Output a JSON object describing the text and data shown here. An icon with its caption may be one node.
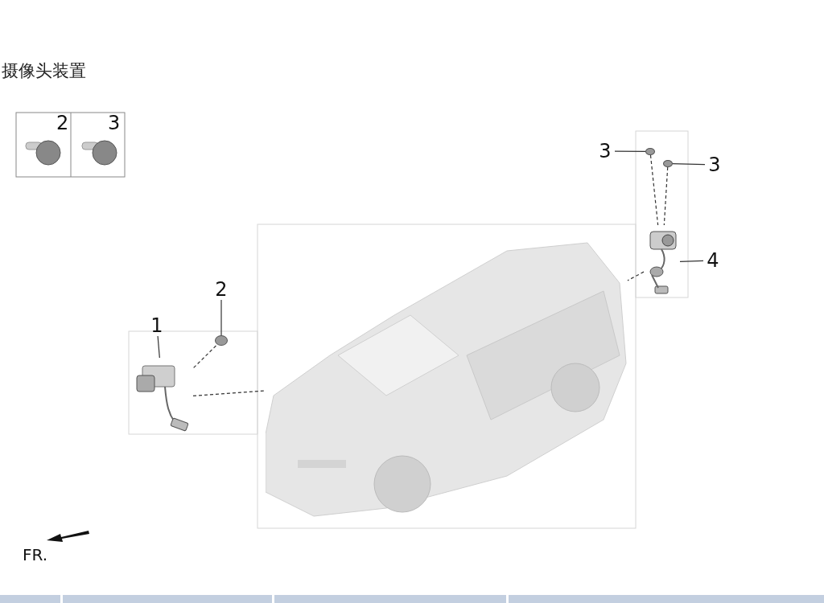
{
  "diagram": {
    "title": "摄像头装置",
    "nodes": [
      {
        "text": [
          "1"
        ]
      },
      {
        "text": [],
        "shape": "picture"
      },
      {
        "text": [
          "2"
        ]
      },
      {
        "text": [],
        "shape": "circle"
      },
      {
        "text": [
          "3"
        ]
      },
      {
        "text": [],
        "shape": "circle"
      },
      {
        "text": [
          "3"
        ]
      },
      {
        "text": [],
        "shape": "circle"
      },
      {
        "text": [
          "4"
        ]
      },
      {
        "text": [],
        "shape": "picture"
      },
      {
        "text": [],
        "shape": "picture"
      }
    ],
    "edges": [
      {
        "from": 0,
        "to": 1,
        "arrow": "none"
      },
      {
        "from": 2,
        "to": 3,
        "arrow": "none"
      },
      {
        "from": 4,
        "to": 5,
        "arrow": "none"
      },
      {
        "from": 6,
        "to": 7,
        "arrow": "none"
      },
      {
        "from": 8,
        "to": 9,
        "arrow": "none"
      },
      {
        "from": 3,
        "to": 1,
        "arrow": "none",
        "style": "dashed"
      },
      {
        "from": 1,
        "to": 10,
        "arrow": "none",
        "style": "dashed"
      },
      {
        "from": 5,
        "to": 9,
        "arrow": "none",
        "style": "dashed"
      },
      {
        "from": 7,
        "to": 9,
        "arrow": "none",
        "style": "dashed"
      },
      {
        "from": 9,
        "to": 10,
        "arrow": "none",
        "style": "dashed"
      }
    ],
    "labels": [
      "2",
      "3",
      "FR."
    ]
  }
}
